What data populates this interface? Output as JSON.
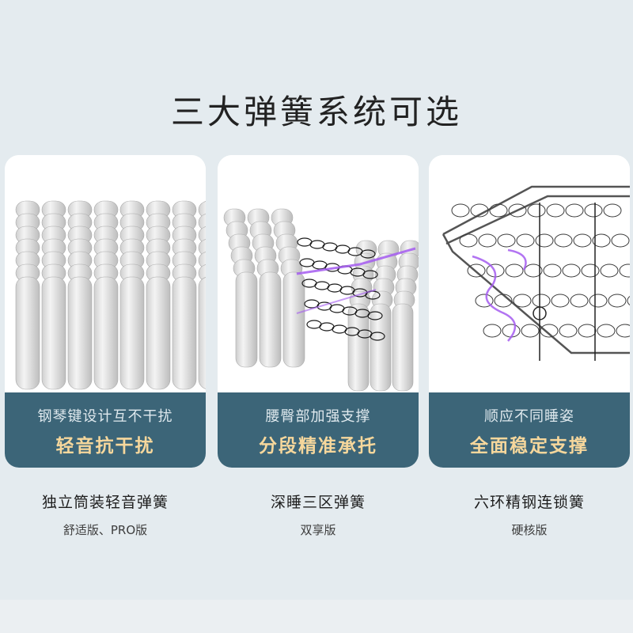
{
  "title": "三大弹簧系统可选",
  "cards": [
    {
      "icon": "pocket-spring-blocks-image",
      "subtitle": "钢琴键设计互不干扰",
      "highlight": "轻音抗干扰",
      "caption_title": "独立筒装轻音弹簧",
      "caption_sub": "舒适版、PRO版"
    },
    {
      "icon": "three-zone-spring-image",
      "subtitle": "腰臀部加强支撑",
      "highlight": "分段精准承托",
      "caption_title": "深睡三区弹簧",
      "caption_sub": "双享版"
    },
    {
      "icon": "linked-coil-spring-frame-image",
      "subtitle": "顺应不同睡姿",
      "highlight": "全面稳定支撑",
      "caption_title": "六环精钢连锁簧",
      "caption_sub": "硬核版"
    }
  ],
  "colors": {
    "background": "#e4ebef",
    "card_footer": "#3c6578",
    "highlight_text": "#f6d79c",
    "spring_accent": "#a55cf0"
  }
}
